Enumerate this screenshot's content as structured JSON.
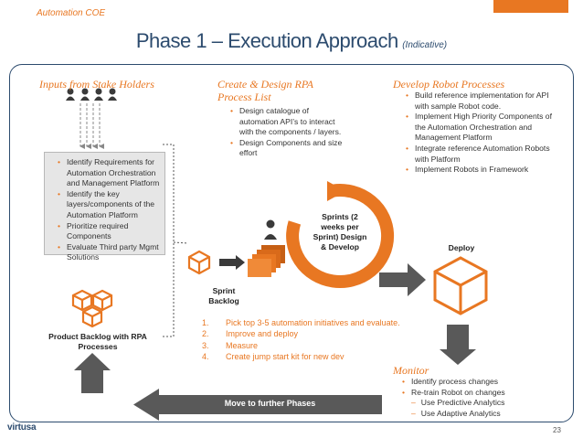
{
  "header": {
    "org_label": "Automation COE",
    "title": "Phase 1 – Execution Approach",
    "title_note": "(Indicative)"
  },
  "inputs": {
    "heading": "Inputs from Stake Holders",
    "stakeholder_count": 4,
    "items": [
      "Identify Requirements for Automation Orchestration and Management Platform",
      "Identify the key layers/components of the Automation Platform",
      "Prioritize required Components",
      "Evaluate Third party Mgmt Solutions"
    ]
  },
  "create": {
    "heading": "Create & Design RPA Process List",
    "items": [
      "Design catalogue of automation API’s to interact with the components / layers.",
      "Design Components and size effort"
    ]
  },
  "develop": {
    "heading": "Develop Robot Processes",
    "items": [
      "Build reference implementation for API with sample Robot code.",
      "Implement High Priority Components of the Automation Orchestration and Management Platform",
      "Integrate reference Automation Robots with Platform",
      "Implement Robots in Framework"
    ]
  },
  "labels": {
    "product_backlog": "Product Backlog with RPA Processes",
    "sprint_backlog": "Sprint Backlog",
    "sprints": "Sprints (2 weeks per Sprint) Design & Develop",
    "deploy": "Deploy",
    "move_further": "Move to further Phases"
  },
  "steps": [
    {
      "num": "1.",
      "text": "Pick top 3-5 automation initiatives and evaluate."
    },
    {
      "num": "2.",
      "text": "Improve and deploy"
    },
    {
      "num": "3.",
      "text": "Measure"
    },
    {
      "num": "4.",
      "text": "Create jump start kit for new dev"
    }
  ],
  "monitor": {
    "heading": "Monitor",
    "items": [
      "Identify process changes",
      "Re-train Robot on changes"
    ],
    "subitems": [
      "Use Predictive Analytics",
      "Use Adaptive Analytics"
    ]
  },
  "footer": {
    "logo_text": "virtusa",
    "page_number": "23"
  },
  "colors": {
    "accent": "#e87722",
    "navy": "#2c4b6e",
    "arrow_gray": "#595959"
  }
}
